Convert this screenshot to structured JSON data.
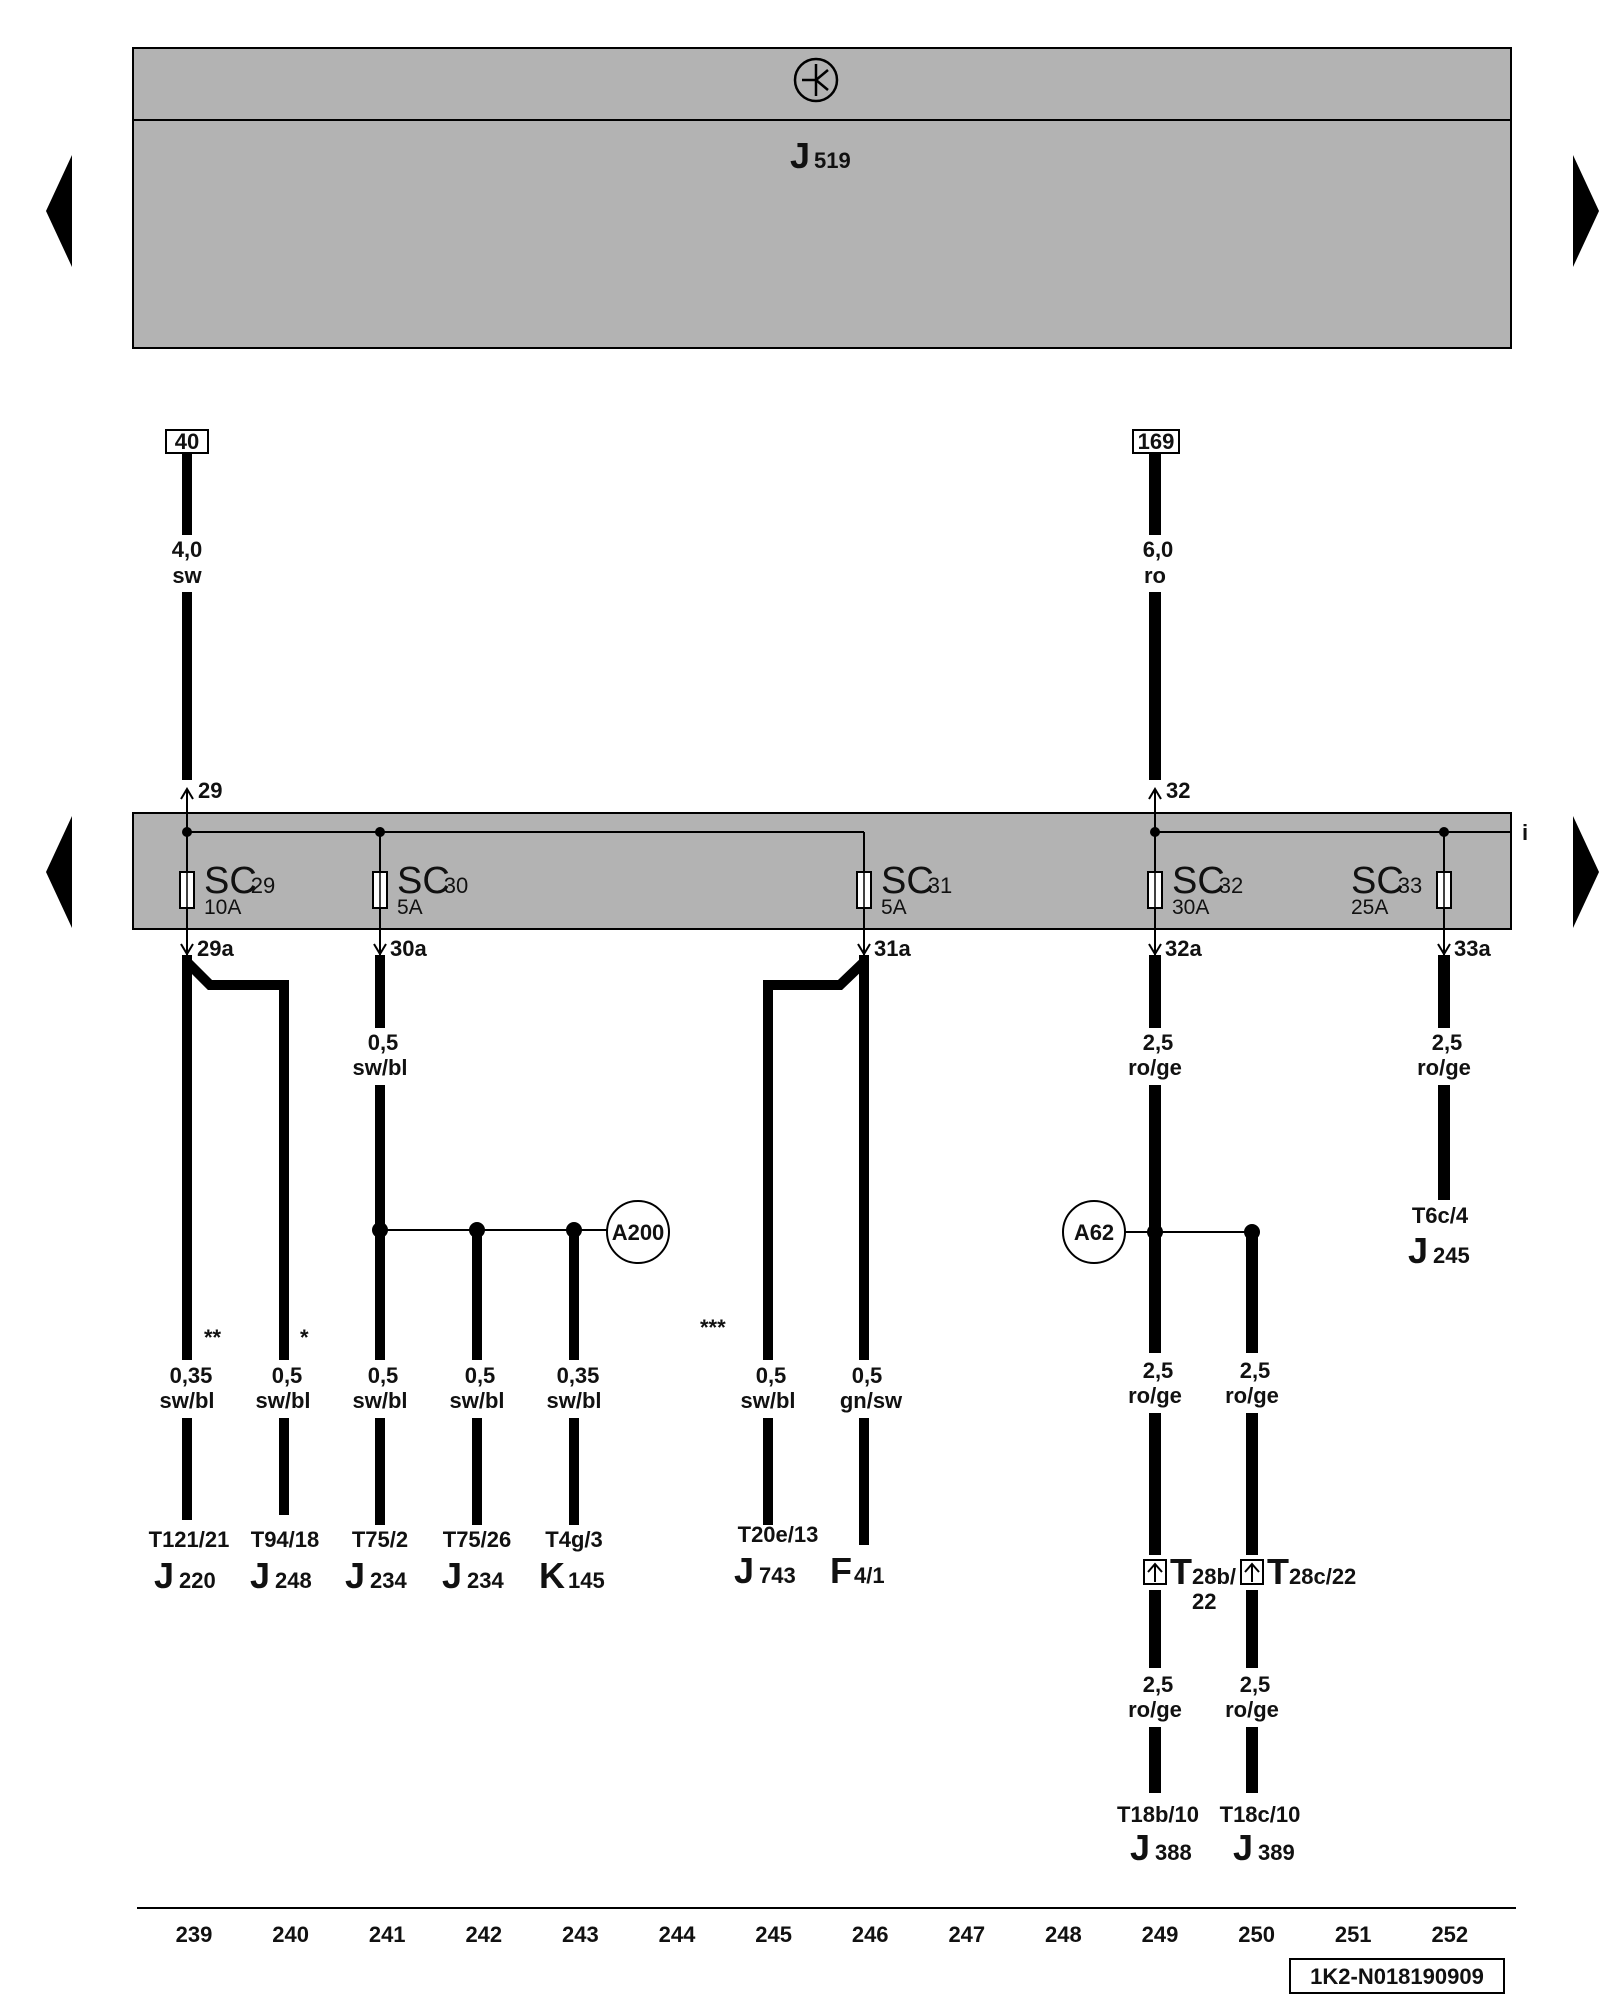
{
  "unit_top": {
    "symbol": "key-symbol",
    "letter": "J",
    "number": "519"
  },
  "fuse_carrier_right_label": "i",
  "inputs": [
    {
      "box": "40",
      "gauge": "4,0",
      "color": "sw",
      "pin": "29"
    },
    {
      "box": "169",
      "gauge": "6,0",
      "color": "ro",
      "pin": "32"
    }
  ],
  "fuses": [
    {
      "name": "SC",
      "num": "29",
      "amp": "10A",
      "out": "29a"
    },
    {
      "name": "SC",
      "num": "30",
      "amp": "5A",
      "out": "30a"
    },
    {
      "name": "SC",
      "num": "31",
      "amp": "5A",
      "out": "31a"
    },
    {
      "name": "SC",
      "num": "32",
      "amp": "30A",
      "out": "32a"
    },
    {
      "name": "SC",
      "num": "33",
      "amp": "25A",
      "out": "33a"
    }
  ],
  "splices": [
    {
      "label": "A200"
    },
    {
      "label": "A62"
    }
  ],
  "mid_wire_labels": [
    {
      "gauge": "0,5",
      "color": "sw/bl"
    },
    {
      "gauge": "2,5",
      "color": "ro/ge"
    },
    {
      "gauge": "2,5",
      "color": "ro/ge"
    }
  ],
  "footnote_marks": [
    "**",
    "*",
    "***"
  ],
  "branch_wires": [
    {
      "gauge": "0,35",
      "color": "sw/bl"
    },
    {
      "gauge": "0,5",
      "color": "sw/bl"
    },
    {
      "gauge": "0,5",
      "color": "sw/bl"
    },
    {
      "gauge": "0,5",
      "color": "sw/bl"
    },
    {
      "gauge": "0,35",
      "color": "sw/bl"
    },
    {
      "gauge": "0,5",
      "color": "sw/bl"
    },
    {
      "gauge": "0,5",
      "color": "gn/sw"
    },
    {
      "gauge": "2,5",
      "color": "ro/ge"
    },
    {
      "gauge": "2,5",
      "color": "ro/ge"
    }
  ],
  "connectors_mid": [
    {
      "label": "T",
      "suffix": "28b/",
      "line2": "22"
    },
    {
      "label": "T",
      "suffix": "28c/22"
    }
  ],
  "lower_wires": [
    {
      "gauge": "2,5",
      "color": "ro/ge"
    },
    {
      "gauge": "2,5",
      "color": "ro/ge"
    }
  ],
  "components": [
    {
      "pin": "T121/21",
      "letter": "J",
      "number": "220"
    },
    {
      "pin": "T94/18",
      "letter": "J",
      "number": "248"
    },
    {
      "pin": "T75/2",
      "letter": "J",
      "number": "234"
    },
    {
      "pin": "T75/26",
      "letter": "J",
      "number": "234"
    },
    {
      "pin": "T4g/3",
      "letter": "K",
      "number": "145"
    },
    {
      "pin": "T20e/13",
      "letter": "J",
      "number": "743"
    },
    {
      "pin": "",
      "letter": "F",
      "number": "4/1"
    },
    {
      "pin": "T6c/4",
      "letter": "J",
      "number": "245"
    },
    {
      "pin": "T18b/10",
      "letter": "J",
      "number": "388"
    },
    {
      "pin": "T18c/10",
      "letter": "J",
      "number": "389"
    }
  ],
  "track_numbers": [
    "239",
    "240",
    "241",
    "242",
    "243",
    "244",
    "245",
    "246",
    "247",
    "248",
    "249",
    "250",
    "251",
    "252"
  ],
  "drawing_code": "1K2-N018190909",
  "colors": {
    "panel": "#b3b3b3",
    "wire": "#000000",
    "background": "#ffffff"
  }
}
